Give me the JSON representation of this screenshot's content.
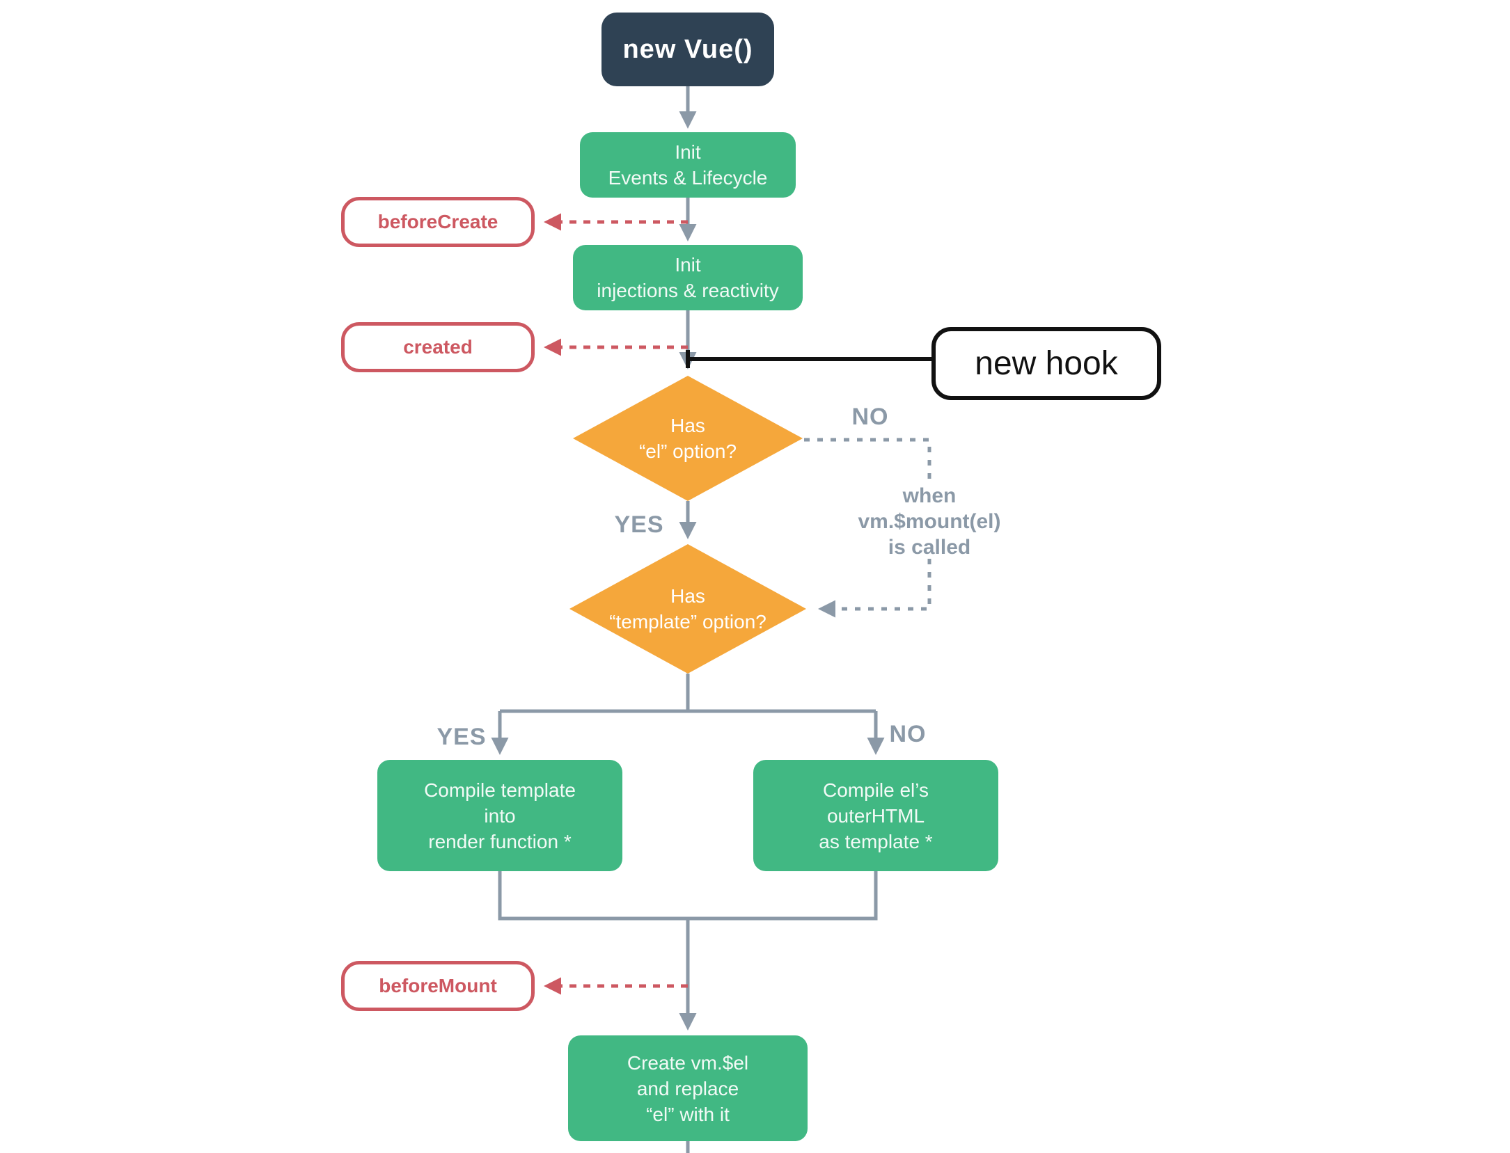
{
  "title": "Vue instance lifecycle flowchart (creation and mounting)",
  "colors": {
    "navy": "#2f4254",
    "green": "#41b883",
    "orange": "#f5a73b",
    "red": "#cd5861",
    "gray": "#8b99a7",
    "black": "#111111"
  },
  "nodes": {
    "new_vue": {
      "label": "new Vue()"
    },
    "init_events": {
      "lines": [
        "Init",
        "Events & Lifecycle"
      ]
    },
    "init_injections": {
      "lines": [
        "Init",
        "injections & reactivity"
      ]
    },
    "compile_template": {
      "lines": [
        "Compile template",
        "into",
        "render function *"
      ]
    },
    "compile_el": {
      "lines": [
        "Compile el’s",
        "outerHTML",
        "as template *"
      ]
    },
    "create_vm": {
      "lines": [
        "Create vm.$el",
        "and replace",
        "“el” with it"
      ]
    }
  },
  "decisions": {
    "has_el": {
      "lines": [
        "Has",
        "“el” option?"
      ]
    },
    "has_template": {
      "lines": [
        "Has",
        "“template” option?"
      ]
    }
  },
  "hooks": {
    "before_create": "beforeCreate",
    "created": "created",
    "before_mount": "beforeMount"
  },
  "annotations": {
    "new_hook": "new hook",
    "no_el": "NO",
    "yes_el": "YES",
    "yes_template": "YES",
    "no_template": "NO",
    "mount_note": [
      "when",
      "vm.$mount(el)",
      "is called"
    ]
  }
}
